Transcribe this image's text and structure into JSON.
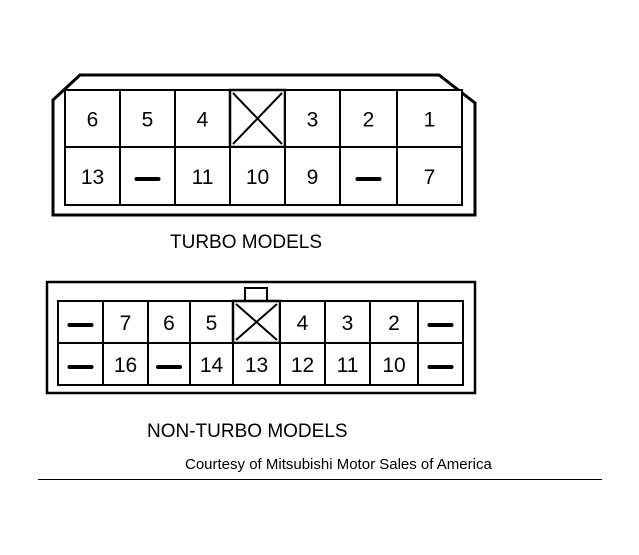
{
  "turbo": {
    "caption": "TURBO MODELS",
    "top_row": [
      "6",
      "5",
      "4",
      "X",
      "3",
      "2",
      "1"
    ],
    "bottom_row": [
      "13",
      "—",
      "11",
      "10",
      "9",
      "—",
      "7"
    ]
  },
  "non_turbo": {
    "caption": "NON-TURBO MODELS",
    "top_row": [
      "—",
      "7",
      "6",
      "5",
      "X",
      "4",
      "3",
      "2",
      "—"
    ],
    "bottom_row": [
      "—",
      "16",
      "—",
      "14",
      "13",
      "12",
      "11",
      "10",
      "—"
    ]
  },
  "credit": "Courtesy of Mitsubishi Motor Sales of America"
}
